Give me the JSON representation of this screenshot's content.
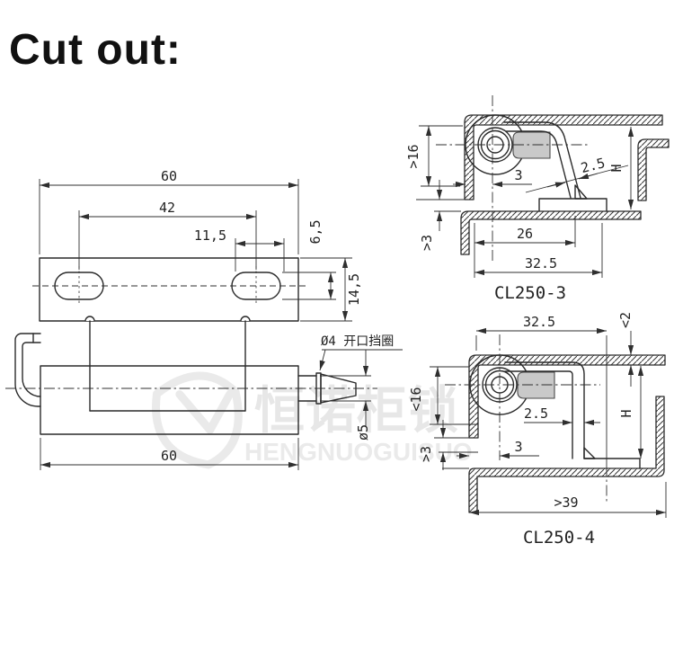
{
  "title": "Cut out:",
  "watermark": {
    "cn": "恒诺柜锁",
    "en": "HENGNUOGUISUO"
  },
  "front_view": {
    "dim_width": "60",
    "dim_slot_spacing": "42",
    "dim_slot_length": "11,5",
    "dim_slot_height": "6,5",
    "dim_plate_height": "14,5"
  },
  "side_view": {
    "dim_length": "60",
    "dim_pin_diameter": "ø5",
    "retaining_ring_label": "Ø4 开口挡圈"
  },
  "cutout_cl250_3": {
    "label": "CL250-3",
    "dim_min_flange": ">16",
    "dim_min_gap": ">3",
    "dim_offset": "3",
    "dim_leaf_offset": "2.5",
    "dim_height": "H",
    "dim_depth": "26",
    "dim_total_depth": "32.5"
  },
  "cutout_cl250_4": {
    "label": "CL250-4",
    "dim_total_depth": "32.5",
    "dim_max_sheet": "<2",
    "dim_max_flange": "<16",
    "dim_min_gap": ">3",
    "dim_offset": "3",
    "dim_leaf_offset": "2.5",
    "dim_height": "H",
    "dim_min_width": ">39"
  }
}
